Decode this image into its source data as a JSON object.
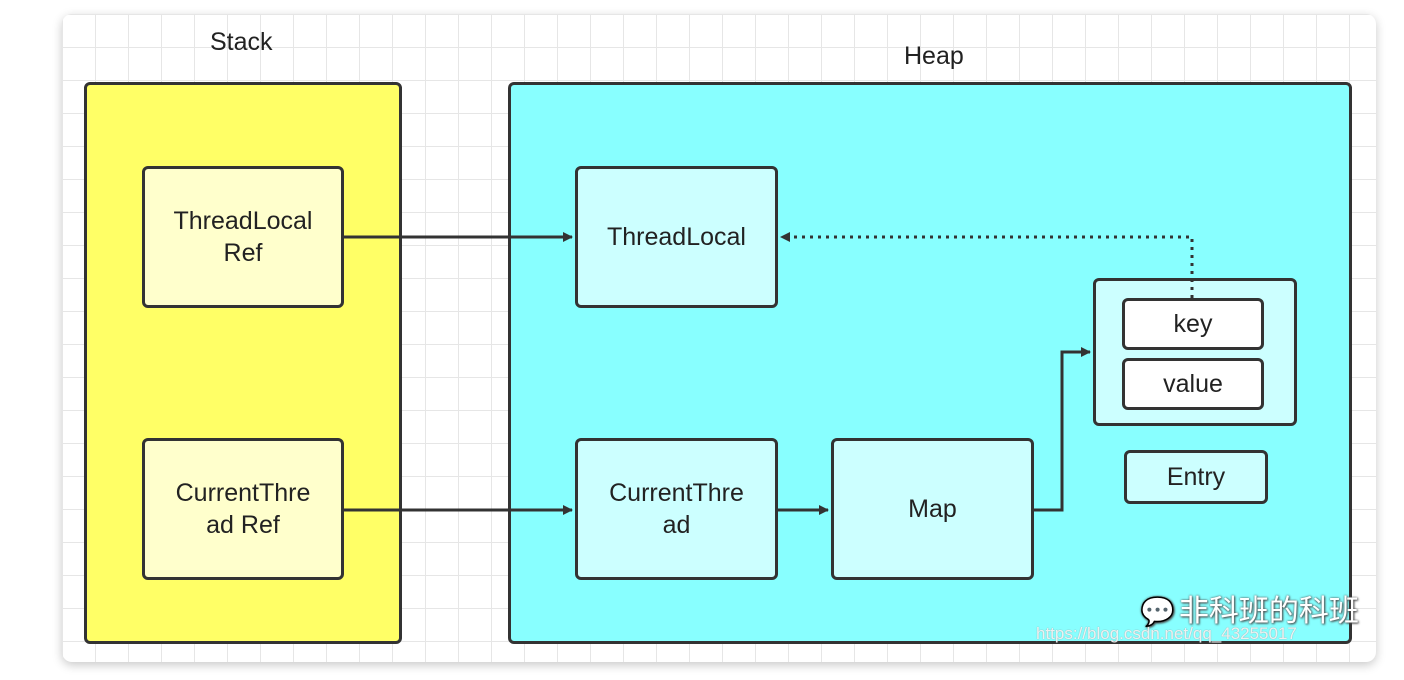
{
  "titles": {
    "stack": "Stack",
    "heap": "Heap"
  },
  "stack_boxes": {
    "threadlocal_ref": [
      "ThreadLocal",
      "Ref"
    ],
    "currentthread_ref": [
      "CurrentThre",
      "ad Ref"
    ]
  },
  "heap_boxes": {
    "threadlocal": "ThreadLocal",
    "currentthread": [
      "CurrentThre",
      "ad"
    ],
    "map": "Map",
    "key": "key",
    "value": "value",
    "entry": "Entry"
  },
  "watermark": {
    "text": "非科班的科班",
    "url": "https://blog.csdn.net/qq_43255017"
  },
  "colors": {
    "stack_fill": "#ffff66",
    "heap_fill": "#88ffff",
    "stack_box_fill": "#ffffcc",
    "heap_box_fill": "#ccffff",
    "stroke": "#333333"
  }
}
